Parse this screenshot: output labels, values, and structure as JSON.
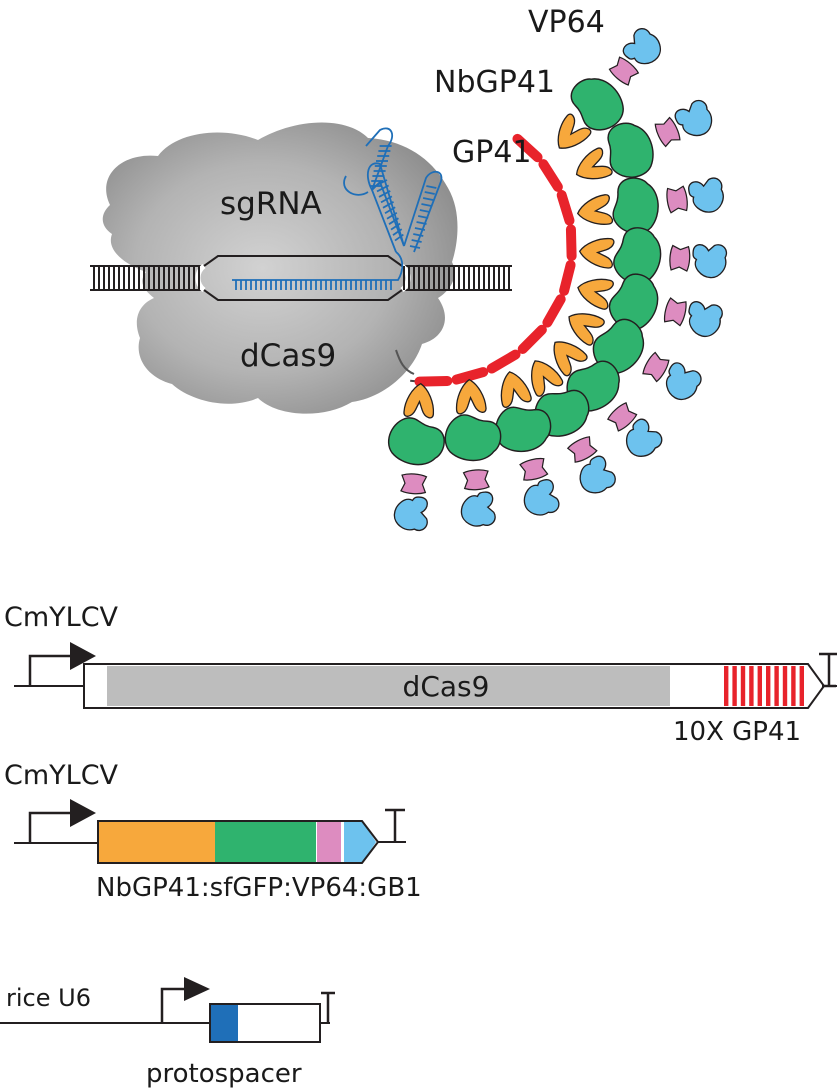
{
  "labels": {
    "vp64": "VP64",
    "nbgp41": "NbGP41",
    "gp41": "GP41",
    "sgrna": "sgRNA",
    "dcas9": "dCas9"
  },
  "constructs": [
    {
      "promoter": "CmYLCV",
      "cds_label": "dCas9",
      "tag_label": "10X GP41"
    },
    {
      "promoter": "CmYLCV",
      "cds_label": "NbGP41:sfGFP:VP64:GB1"
    },
    {
      "promoter": "rice U6",
      "cds_label": "protospacer"
    }
  ],
  "colors": {
    "dcas9": "#a6a6a6",
    "dcas9_bar": "#bdbdbd",
    "gp41": "#e8232b",
    "nbgp41": "#f7a83c",
    "sfgfp": "#2fb36e",
    "vp64": "#dd8cc0",
    "gb1": "#6dc2ee",
    "rna": "#1f6fb8",
    "protospacer": "#1f6fb8",
    "line": "#231f20"
  }
}
